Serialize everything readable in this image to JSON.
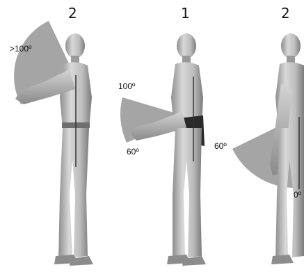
{
  "figures": [
    {
      "rating": "2",
      "labels": [
        ">100º"
      ]
    },
    {
      "rating": "1",
      "labels": [
        "100º",
        "60º"
      ]
    },
    {
      "rating": "2",
      "labels": [
        "60º",
        "0º"
      ]
    }
  ],
  "colors": {
    "sector": "#a5a5a5",
    "figure_light": "#d0d0d0",
    "figure_mid": "#a8a8a8",
    "figure_dark": "#777777",
    "axis_line": "#333333"
  }
}
